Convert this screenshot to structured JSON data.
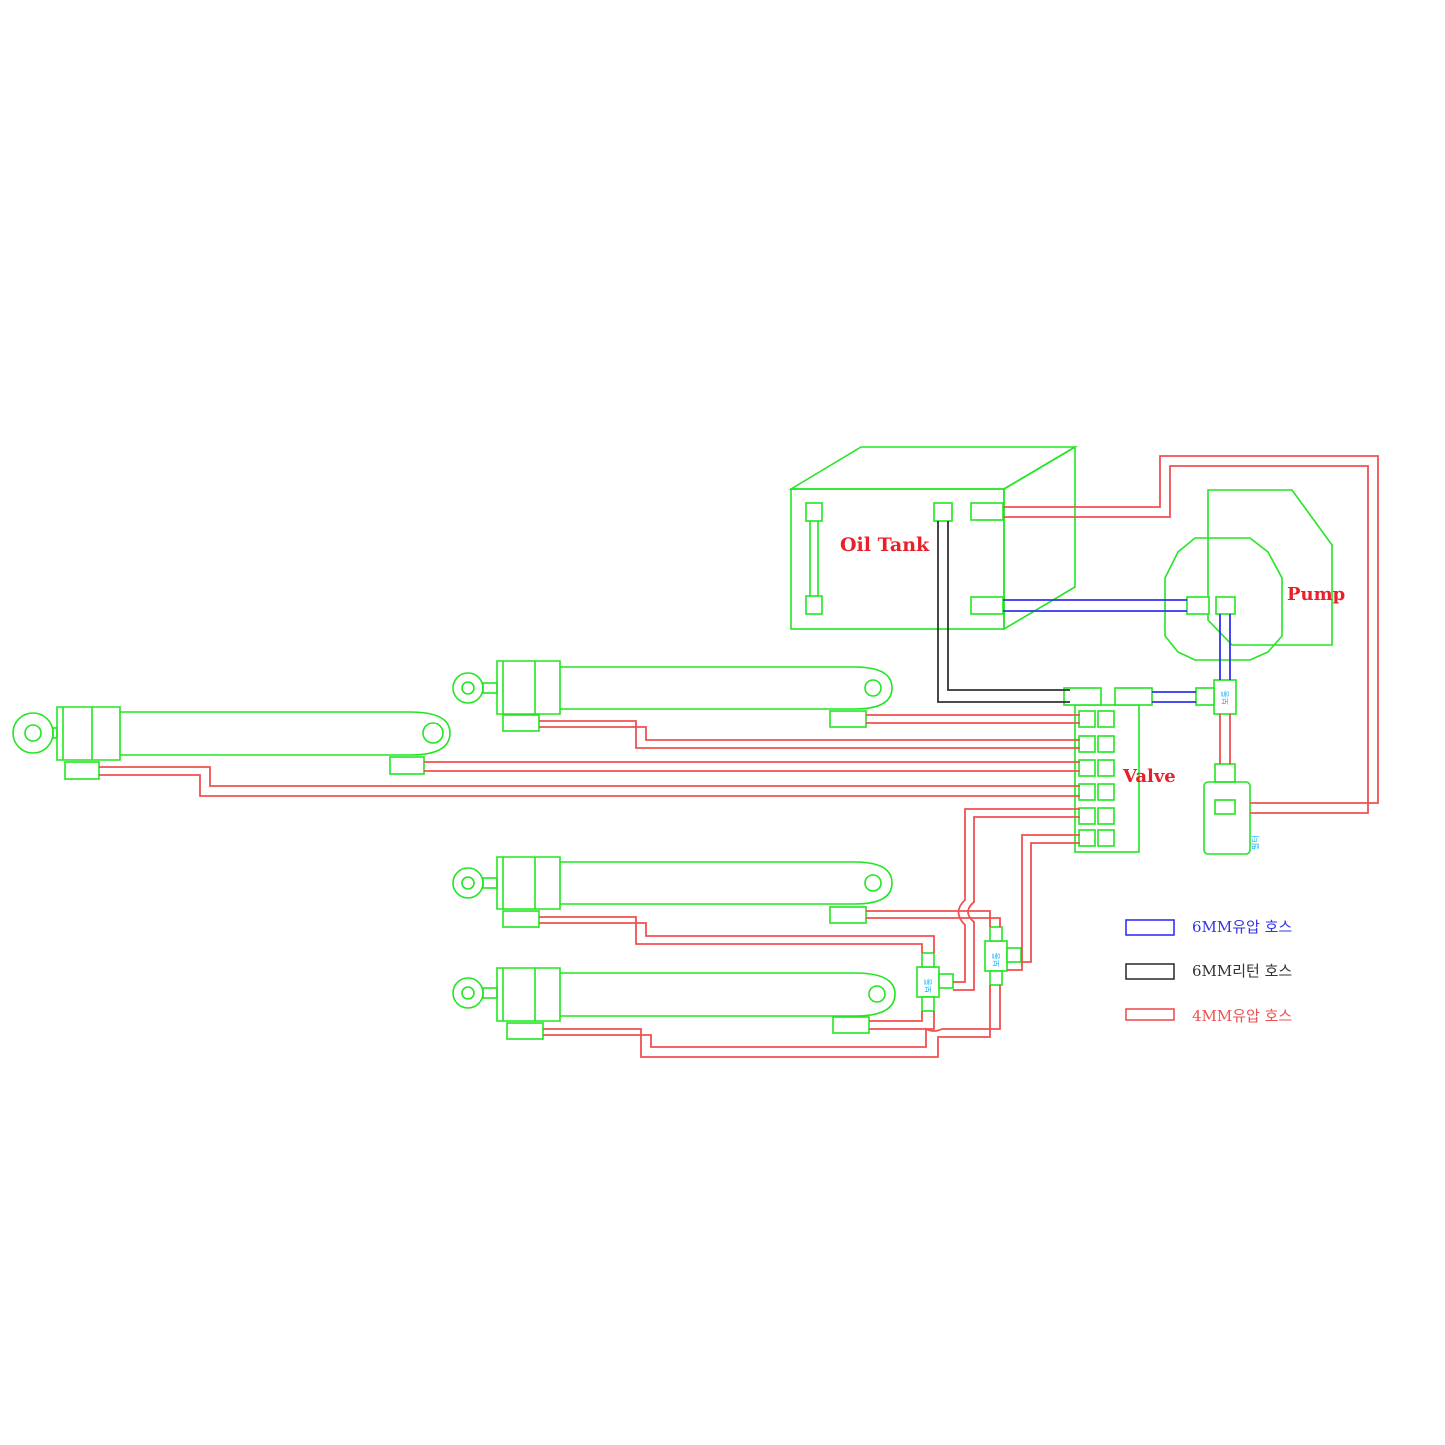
{
  "labels": {
    "oil_tank": "Oil Tank",
    "pump": "Pump",
    "valve": "Valve"
  },
  "legend": [
    {
      "text": "6MM유압 호스",
      "color": "#3333ee"
    },
    {
      "text": "6MM리턴 호스",
      "color": "#333333"
    },
    {
      "text": "4MM유압 호스",
      "color": "#f05050"
    }
  ],
  "colors": {
    "component_outline": "#22e622",
    "hose_6mm_pressure": "#3333ee",
    "hose_6mm_return": "#333333",
    "hose_4mm_pressure": "#f05050"
  }
}
